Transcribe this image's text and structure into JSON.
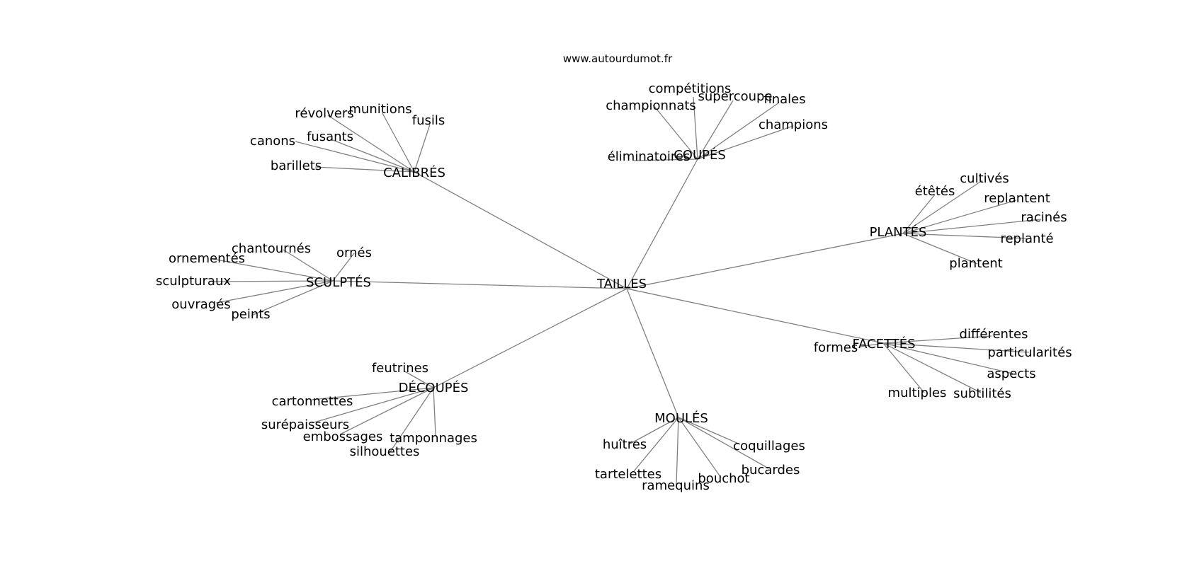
{
  "site": "www.autourdumot.fr",
  "colors": {
    "edge": "#808080",
    "text": "#000000",
    "background": "#ffffff"
  },
  "center": "TAILLES",
  "groups": [
    {
      "label": "CALIBRÉS",
      "leaves": [
        "révolvers",
        "munitions",
        "fusils",
        "canons",
        "fusants",
        "barillets"
      ]
    },
    {
      "label": "COUPÉS",
      "leaves": [
        "compétitions",
        "championnats",
        "supercoupe",
        "finales",
        "champions",
        "éliminatoires"
      ]
    },
    {
      "label": "PLANTÉS",
      "leaves": [
        "étêtés",
        "cultivés",
        "replantent",
        "racinés",
        "replanté",
        "plantent"
      ]
    },
    {
      "label": "SCULPTÉS",
      "leaves": [
        "chantournés",
        "ornés",
        "ornementés",
        "sculpturaux",
        "ouvragés",
        "peints"
      ]
    },
    {
      "label": "FACETTÉS",
      "leaves": [
        "formes",
        "différentes",
        "particularités",
        "aspects",
        "multiples",
        "subtilités"
      ]
    },
    {
      "label": "DÉCOUPÉS",
      "leaves": [
        "feutrines",
        "cartonnettes",
        "surépaisseurs",
        "embossages",
        "tamponnages",
        "silhouettes"
      ]
    },
    {
      "label": "MOULÉS",
      "leaves": [
        "huîtres",
        "coquillages",
        "tartelettes",
        "bucardes",
        "bouchot",
        "ramequins"
      ]
    }
  ]
}
